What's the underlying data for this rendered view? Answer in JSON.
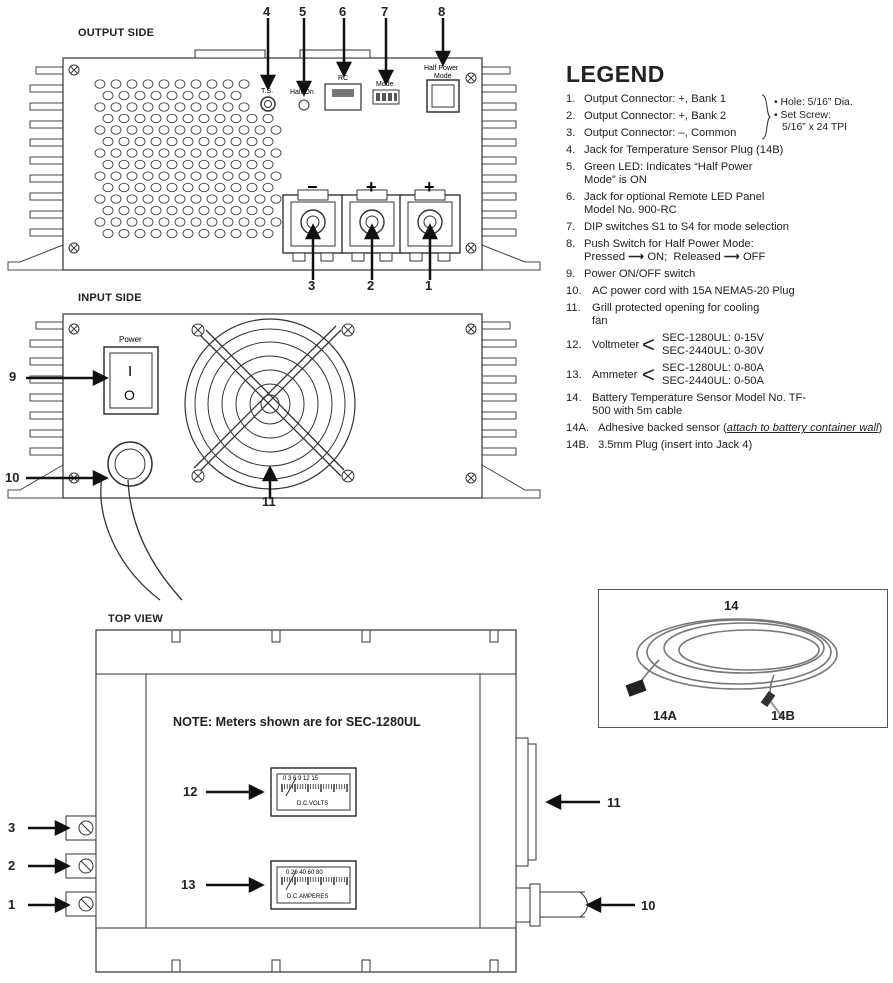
{
  "sections": {
    "output_side": "OUTPUT SIDE",
    "input_side": "INPUT SIDE",
    "top_view": "TOP VIEW"
  },
  "output_panel": {
    "ts_label": "T.S.",
    "half_on_label": "Half On",
    "rc_label": "RC",
    "mode_label": "Mode",
    "half_power_label_1": "Half Power",
    "half_power_label_2": "Mode",
    "terminal_signs": [
      "−",
      "+",
      "+"
    ]
  },
  "input_panel": {
    "power_label": "Power",
    "switch_on": "I",
    "switch_off": "O"
  },
  "callouts": {
    "c1": "1",
    "c2": "2",
    "c3": "3",
    "c4": "4",
    "c5": "5",
    "c6": "6",
    "c7": "7",
    "c8": "8",
    "c9": "9",
    "c10": "10",
    "c11": "11",
    "c12": "12",
    "c13": "13",
    "c14": "14",
    "c14a": "14A",
    "c14b": "14B"
  },
  "note": "NOTE: Meters shown are for SEC-1280UL",
  "meters": {
    "volt_scale": "0  3  6  9  12  15",
    "volt_label": "D.C.VOLTS",
    "amp_scale": "0  20  40  60  80",
    "amp_label": "D.C.AMPERES"
  },
  "legend": {
    "title": "LEGEND",
    "items": [
      {
        "n": "1.",
        "text": "Output Connector:  +, Bank 1"
      },
      {
        "n": "2.",
        "text": "Output Connector:  +, Bank 2"
      },
      {
        "n": "3.",
        "text": "Output Connector:  –, Common"
      },
      {
        "n": "4.",
        "text": "Jack for Temperature Sensor Plug (14B)"
      },
      {
        "n": "5.",
        "text": "Green LED:  Indicates “Half Power Mode” is ON"
      },
      {
        "n": "6.",
        "text": "Jack for optional Remote LED Panel Model No. 900-RC"
      },
      {
        "n": "7.",
        "text": "DIP switches S1 to S4 for mode selection"
      },
      {
        "n": "8.",
        "text": "Push Switch for Half Power Mode:"
      },
      {
        "n": "9.",
        "text": "Power ON/OFF switch"
      },
      {
        "n": "10.",
        "text": "AC power cord with 15A NEMA5-20 Plug"
      },
      {
        "n": "11.",
        "text": "Grill protected opening for cooling fan"
      },
      {
        "n": "14.",
        "text": "Battery Temperature Sensor Model No. TF-500 with 5m cable"
      },
      {
        "n": "14A.",
        "text": "Adhesive backed sensor ("
      },
      {
        "n": "14B.",
        "text": "3.5mm Plug (insert into Jack 4)"
      }
    ],
    "item8_sub_pressed": "Pressed",
    "item8_sub_on": "ON;",
    "item8_sub_released": "Released",
    "item8_sub_off": "OFF",
    "item14a_link": "attach to battery container wall",
    "item14a_close": ")",
    "brace_lines": [
      "• Hole: 5/16” Dia.",
      "• Set Screw:",
      "5/16” x 24 TPI"
    ],
    "voltmeter": {
      "n": "12.",
      "label": "Voltmeter",
      "v1": "SEC-1280UL: 0-15V",
      "v2": "SEC-2440UL: 0-30V"
    },
    "ammeter": {
      "n": "13.",
      "label": "Ammeter",
      "v1": "SEC-1280UL: 0-80A",
      "v2": "SEC-2440UL: 0-50A"
    }
  }
}
